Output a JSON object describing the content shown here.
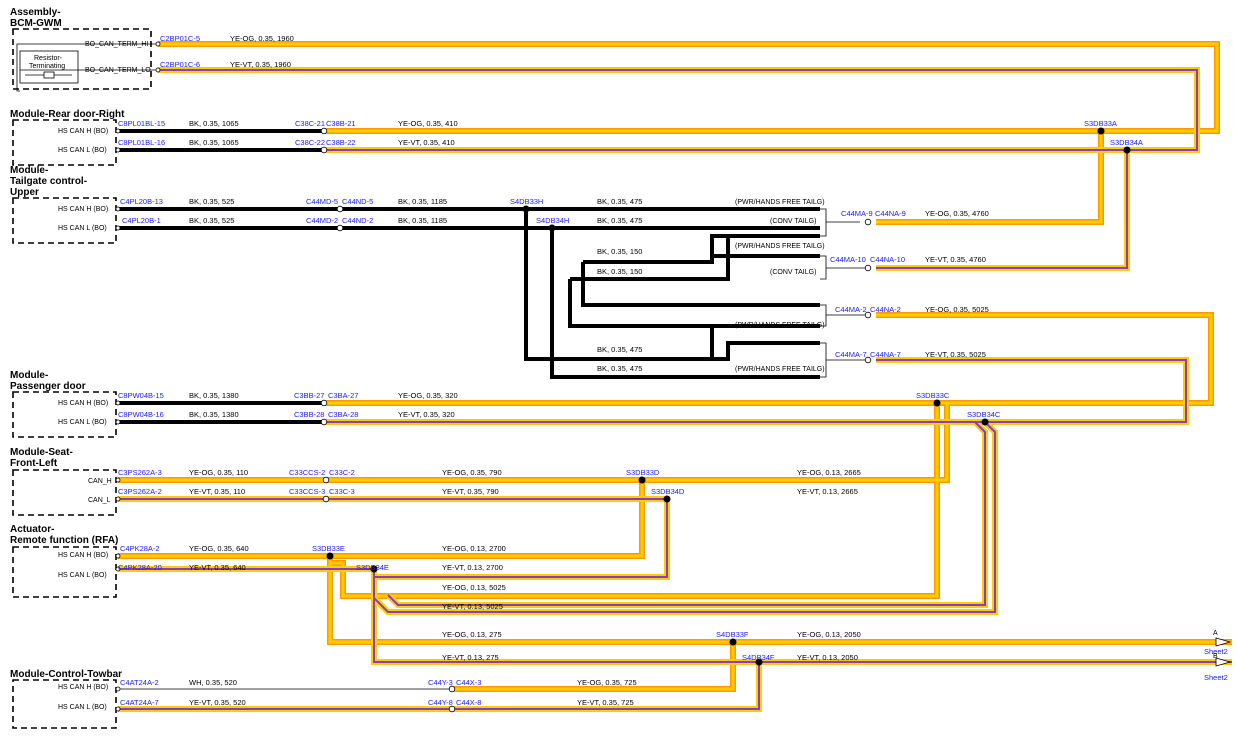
{
  "colors": {
    "yellow": "#ffcc00",
    "orange": "#ff9900",
    "violet": "#8a3cc8",
    "black": "#000000",
    "connector_blue": "#1a1aff"
  },
  "modules": {
    "bcm": {
      "line1": "Assembly-",
      "line2": "BCM-GWM",
      "resistor1": "Resistor-",
      "resistor2": "Terminating",
      "pin_hi": "BO_CAN_TERM_HI",
      "pin_lo": "BO_CAN_TERM_LO"
    },
    "rear_door": {
      "line1": "Module-Rear door-Right",
      "pin_hi": "HS CAN H (BO)",
      "pin_lo": "HS CAN L (BO)"
    },
    "tailgate": {
      "line1": "Module-",
      "line2": "Tailgate control-",
      "line3": "Upper",
      "pin_hi": "HS CAN H (BO)",
      "pin_lo": "HS CAN L (BO)"
    },
    "passenger_door": {
      "line1": "Module-",
      "line2": "Passenger door",
      "pin_hi": "HS CAN H (BO)",
      "pin_lo": "HS CAN L (BO)"
    },
    "seat": {
      "line1": "Module-Seat-",
      "line2": "Front-Left",
      "pin_hi": "CAN_H",
      "pin_lo": "CAN_L"
    },
    "rfa": {
      "line1": "Actuator-",
      "line2": "Remote function (RFA)",
      "pin_hi": "HS CAN H (BO)",
      "pin_lo": "HS CAN L (BO)"
    },
    "towbar": {
      "line1": "Module-Control-Towbar",
      "pin_hi": "HS CAN H (BO)",
      "pin_lo": "HS CAN L (BO)"
    }
  },
  "connectors": {
    "c2bp01c_5": "C2BP01C-5",
    "c2bp01c_6": "C2BP01C-6",
    "c8pl01bl_15": "C8PL01BL-15",
    "c8pl01bl_16": "C8PL01BL-16",
    "c38c_21": "C38C-21",
    "c38b_21": "C38B-21",
    "c38c_22": "C38C-22",
    "c38b_22": "C38B-22",
    "c4pl20b_13": "C4PL20B-13",
    "c4pl20b_1": "C4PL20B-1",
    "c44md_5": "C44MD-5",
    "c44nd_5": "C44ND-5",
    "c44md_2": "C44MD-2",
    "c44nd_2": "C44ND-2",
    "c44ma_9": "C44MA-9",
    "c44na_9": "C44NA-9",
    "c44ma_10": "C44MA-10",
    "c44na_10": "C44NA-10",
    "c44ma_2": "C44MA-2",
    "c44na_2": "C44NA-2",
    "c44ma_7": "C44MA-7",
    "c44na_7": "C44NA-7",
    "c8pw04b_15": "C8PW04B-15",
    "c8pw04b_16": "C8PW04B-16",
    "c3bb_27": "C3BB-27",
    "c3ba_27": "C3BA-27",
    "c3bb_28": "C3BB-28",
    "c3ba_28": "C3BA-28",
    "c3ps262a_3": "C3PS262A-3",
    "c3ps262a_2": "C3PS262A-2",
    "c33ccs_2": "C33CCS-2",
    "c33c_2": "C33C-2",
    "c33ccs_3": "C33CCS-3",
    "c33c_3": "C33C-3",
    "c4pk28a_2": "C4PK28A-2",
    "c4pk28a_20": "C4PK28A-20",
    "c4at24a_2": "C4AT24A-2",
    "c4at24a_7": "C4AT24A-7",
    "c44y_3": "C44Y-3",
    "c44x_3": "C44X-3",
    "c44y_8": "C44Y-8",
    "c44x_8": "C44X-8"
  },
  "splices": {
    "s3db33a": "S3DB33A",
    "s3db34a": "S3DB34A",
    "s4db33h": "S4DB33H",
    "s4db34h": "S4DB34H",
    "s3db33c": "S3DB33C",
    "s3db34c": "S3DB34C",
    "s3db33d": "S3DB33D",
    "s3db34d": "S3DB34D",
    "s3db33e": "S3DB33E",
    "s3db34e": "S3DB34E",
    "s4db33f": "S4DB33F",
    "s4db34f": "S4DB34F"
  },
  "wires": {
    "w1": "YE-OG, 0.35, 1960",
    "w2": "YE-VT, 0.35, 1960",
    "w3": "BK, 0.35, 1065",
    "w4": "YE-OG, 0.35, 410",
    "w5": "BK, 0.35, 1065",
    "w6": "YE-VT, 0.35, 410",
    "w7": "BK, 0.35, 525",
    "w8": "BK, 0.35, 1185",
    "w9": "BK, 0.35, 475",
    "w10": "YE-OG, 0.35, 4760",
    "w11": "BK, 0.35, 525",
    "w12": "BK, 0.35, 1185",
    "w13": "BK, 0.35, 475",
    "w14": "BK, 0.35, 150",
    "w15": "YE-VT, 0.35, 4760",
    "w16": "BK, 0.35, 150",
    "w17": "YE-OG, 0.35, 5025",
    "w18": "YE-VT, 0.35, 5025",
    "w19": "BK, 0.35, 475",
    "w20": "BK, 0.35, 475",
    "w21": "BK, 0.35, 1380",
    "w22": "YE-OG, 0.35, 320",
    "w23": "BK, 0.35, 1380",
    "w24": "YE-VT, 0.35, 320",
    "w25": "YE-OG, 0.35, 110",
    "w26": "YE-OG, 0.35, 790",
    "w27": "YE-OG, 0.13, 2665",
    "w28": "YE-VT, 0.35, 110",
    "w29": "YE-VT, 0.35, 790",
    "w30": "YE-VT, 0.13, 2665",
    "w31": "YE-OG, 0.35, 640",
    "w32": "YE-OG, 0.13, 2700",
    "w33": "YE-VT, 0.35, 640",
    "w34": "YE-VT, 0.13, 2700",
    "w35": "YE-OG, 0.13, 5025",
    "w36": "YE-VT, 0.13, 5025",
    "w37": "YE-OG, 0.13, 275",
    "w38": "YE-OG, 0.13, 2050",
    "w39": "YE-VT, 0.13, 275",
    "w40": "YE-VT, 0.13, 2050",
    "w41": "WH, 0.35, 520",
    "w42": "YE-OG, 0.35, 725",
    "w43": "YE-VT, 0.35, 520",
    "w44": "YE-VT, 0.35, 725"
  },
  "variants": {
    "pwr1": "(PWR/HANDS FREE TAILG)",
    "conv1": "(CONV TAILG)",
    "pwr2": "(PWR/HANDS FREE TAILG)",
    "conv2": "(CONV TAILG)",
    "pwr3": "(PWR/HANDS FREE TAILG)",
    "pwr4": "(PWR/HANDS FREE TAILG)"
  },
  "offpage": {
    "a_letter": "A",
    "a_sheet": "Sheet2",
    "b_letter": "B",
    "b_sheet": "Sheet2"
  }
}
